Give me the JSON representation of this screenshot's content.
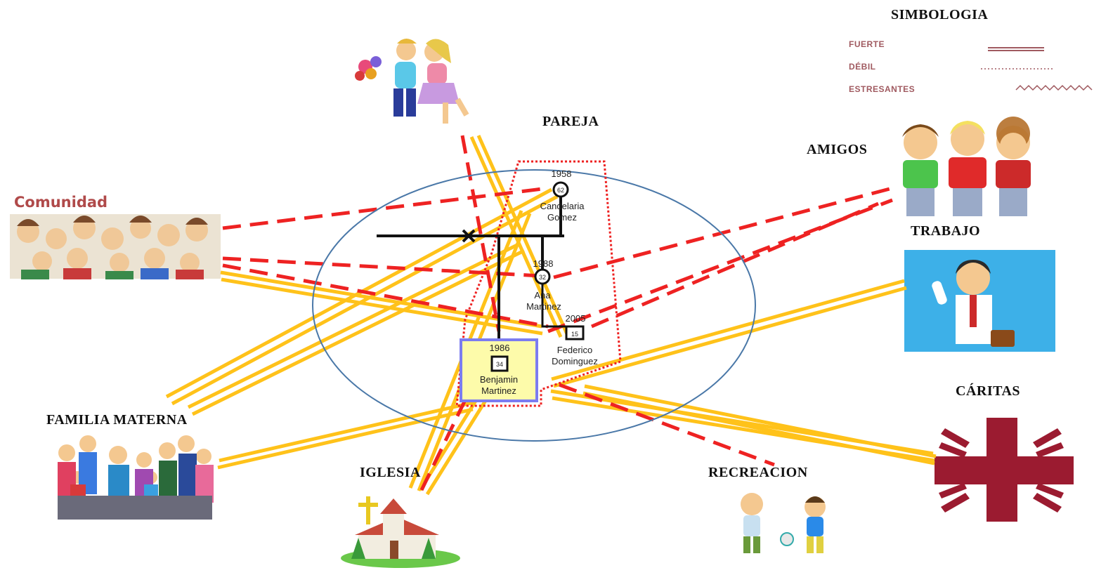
{
  "legend": {
    "title": "SIMBOLOGIA",
    "items": [
      {
        "label": "FUERTE",
        "style": "double"
      },
      {
        "label": "DÉBIL",
        "style": "dotted"
      },
      {
        "label": "ESTRESANTES",
        "style": "zigzag"
      }
    ]
  },
  "systems": {
    "pareja": "PAREJA",
    "amigos": "AMIGOS",
    "trabajo": "TRABAJO",
    "caritas": "CÁRITAS",
    "recreacion": "RECREACION",
    "iglesia": "IGLESIA",
    "familia_materna": "FAMILIA MATERNA",
    "comunidad": "Comunidad"
  },
  "family": {
    "candelaria": {
      "year": "1958",
      "age": "62",
      "name1": "Candelaria",
      "name2": "Gomez"
    },
    "ana": {
      "year": "1988",
      "age": "32",
      "name1": "Ana",
      "name2": "Martinez"
    },
    "federico": {
      "year": "2005",
      "age": "15",
      "name1": "Federico",
      "name2": "Dominguez"
    },
    "benjamin": {
      "year": "1986",
      "age": "34",
      "name1": "Benjamin",
      "name2": "Martinez"
    }
  },
  "colors": {
    "strong": "#ffc21a",
    "stress": "#ee2222",
    "circle": "#4a78a8",
    "focus_bg": "#fdfbaa",
    "focus_border": "#7c7cf0"
  }
}
